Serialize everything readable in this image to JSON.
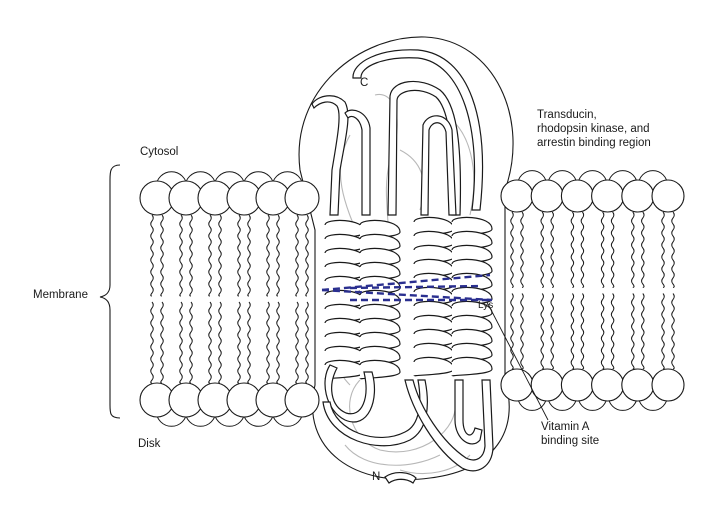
{
  "labels": {
    "transducin_line1": "Transducin,",
    "transducin_line2": "rhodopsin kinase, and",
    "transducin_line3": "arrestin binding region",
    "cytosol": "Cytosol",
    "membrane": "Membrane",
    "disk": "Disk",
    "vitamin_a_line1": "Vitamin A",
    "vitamin_a_line2": "binding site",
    "c_terminus": "C",
    "n_terminus": "N",
    "lys": "Lys"
  },
  "colors": {
    "ink": "#1a1a1a",
    "faint_ribbon": "#b8b8b8",
    "binding_site_dash": "#2a2f8f",
    "background": "#ffffff"
  },
  "membrane_bilayer": {
    "left_block_heads_per_row": 6,
    "right_block_heads_per_row": 6
  },
  "protein": {
    "transmembrane_helices_front": 4
  }
}
